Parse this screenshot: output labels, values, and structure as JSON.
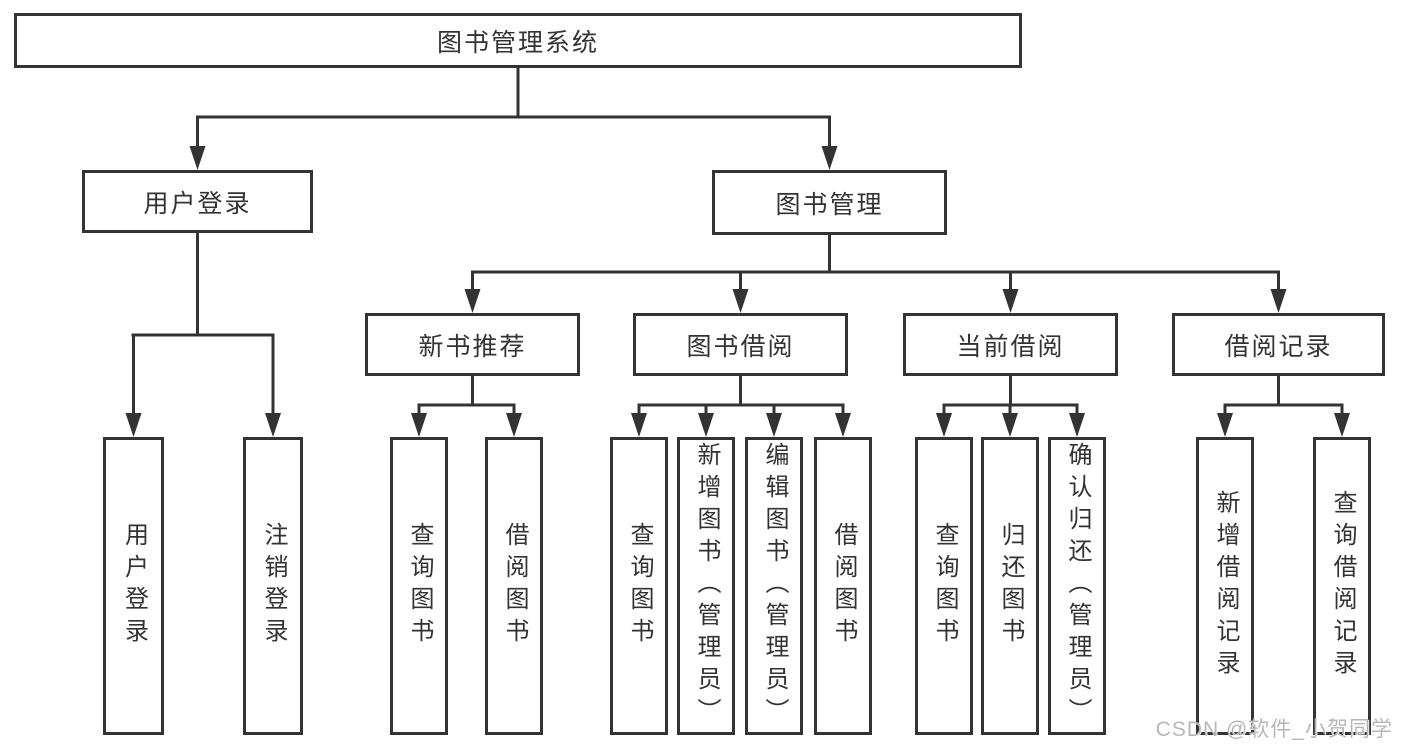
{
  "diagram": {
    "tree": {
      "label": "图书管理系统",
      "children": [
        {
          "label": "用户登录",
          "children": [
            {
              "label": "用户登录"
            },
            {
              "label": "注销登录"
            }
          ]
        },
        {
          "label": "图书管理",
          "children": [
            {
              "label": "新书推荐",
              "children": [
                {
                  "label": "查询图书"
                },
                {
                  "label": "借阅图书"
                }
              ]
            },
            {
              "label": "图书借阅",
              "children": [
                {
                  "label": "查询图书"
                },
                {
                  "label": "新增图书（管理员）"
                },
                {
                  "label": "编辑图书（管理员）"
                },
                {
                  "label": "借阅图书"
                }
              ]
            },
            {
              "label": "当前借阅",
              "children": [
                {
                  "label": "查询图书"
                },
                {
                  "label": "归还图书"
                },
                {
                  "label": "确认归还（管理员）"
                }
              ]
            },
            {
              "label": "借阅记录",
              "children": [
                {
                  "label": "新增借阅记录"
                },
                {
                  "label": "查询借阅记录"
                }
              ]
            }
          ]
        }
      ]
    },
    "watermark": "CSDN @软件_小贺同学",
    "colors": {
      "line": "#333333",
      "border": "#333333",
      "text": "#333333",
      "background": "#ffffff",
      "watermark": "#b7b7b7"
    }
  }
}
